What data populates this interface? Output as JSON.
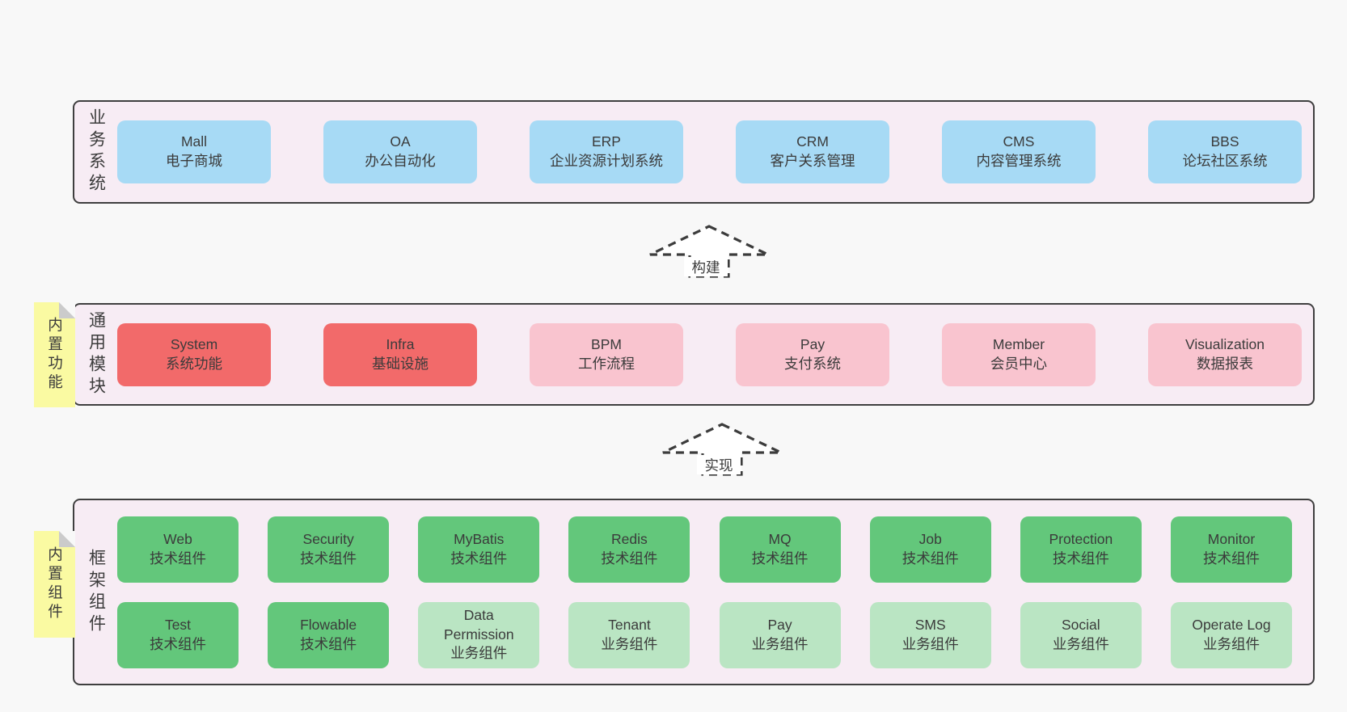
{
  "palette": {
    "blue": "#a7daf5",
    "red": "#f26a6a",
    "pink": "#f9c4cf",
    "green": "#63c77b",
    "lightgreen": "#bae5c3",
    "container_fill": "#f7ecf4",
    "container_border": "#3f3f3f",
    "sticky_yellow": "#fafaa2",
    "fold_gray": "#cbcbcb",
    "page_bg": "#f8f8f8",
    "text": "#3b3b3b"
  },
  "arrows": [
    {
      "label": "构建"
    },
    {
      "label": "实现"
    }
  ],
  "layers": [
    {
      "id": "business-systems",
      "side_label": "业务系统",
      "rows": [
        [
          {
            "name": "Mall",
            "desc": "电子商城",
            "color": "blue"
          },
          {
            "name": "OA",
            "desc": "办公自动化",
            "color": "blue"
          },
          {
            "name": "ERP",
            "desc": "企业资源计划系统",
            "color": "blue"
          },
          {
            "name": "CRM",
            "desc": "客户关系管理",
            "color": "blue"
          },
          {
            "name": "CMS",
            "desc": "内容管理系统",
            "color": "blue"
          },
          {
            "name": "BBS",
            "desc": "论坛社区系统",
            "color": "blue"
          }
        ]
      ]
    },
    {
      "id": "common-modules",
      "side_label": "通用模块",
      "sticky": "内置功能",
      "rows": [
        [
          {
            "name": "System",
            "desc": "系统功能",
            "color": "red"
          },
          {
            "name": "Infra",
            "desc": "基础设施",
            "color": "red"
          },
          {
            "name": "BPM",
            "desc": "工作流程",
            "color": "pink"
          },
          {
            "name": "Pay",
            "desc": "支付系统",
            "color": "pink"
          },
          {
            "name": "Member",
            "desc": "会员中心",
            "color": "pink"
          },
          {
            "name": "Visualization",
            "desc": "数据报表",
            "color": "pink"
          }
        ]
      ]
    },
    {
      "id": "framework-components",
      "side_label": "框架组件",
      "sticky": "内置组件",
      "rows": [
        [
          {
            "name": "Web",
            "desc": "技术组件",
            "color": "green"
          },
          {
            "name": "Security",
            "desc": "技术组件",
            "color": "green"
          },
          {
            "name": "MyBatis",
            "desc": "技术组件",
            "color": "green"
          },
          {
            "name": "Redis",
            "desc": "技术组件",
            "color": "green"
          },
          {
            "name": "MQ",
            "desc": "技术组件",
            "color": "green"
          },
          {
            "name": "Job",
            "desc": "技术组件",
            "color": "green"
          },
          {
            "name": "Protection",
            "desc": "技术组件",
            "color": "green"
          },
          {
            "name": "Monitor",
            "desc": "技术组件",
            "color": "green"
          }
        ],
        [
          {
            "name": "Test",
            "desc": "技术组件",
            "color": "green"
          },
          {
            "name": "Flowable",
            "desc": "技术组件",
            "color": "green"
          },
          {
            "name": "Data Permission",
            "desc": "业务组件",
            "color": "lightgreen",
            "wrap": true
          },
          {
            "name": "Tenant",
            "desc": "业务组件",
            "color": "lightgreen"
          },
          {
            "name": "Pay",
            "desc": "业务组件",
            "color": "lightgreen"
          },
          {
            "name": "SMS",
            "desc": "业务组件",
            "color": "lightgreen"
          },
          {
            "name": "Social",
            "desc": "业务组件",
            "color": "lightgreen"
          },
          {
            "name": "Operate Log",
            "desc": "业务组件",
            "color": "lightgreen"
          }
        ]
      ]
    }
  ]
}
